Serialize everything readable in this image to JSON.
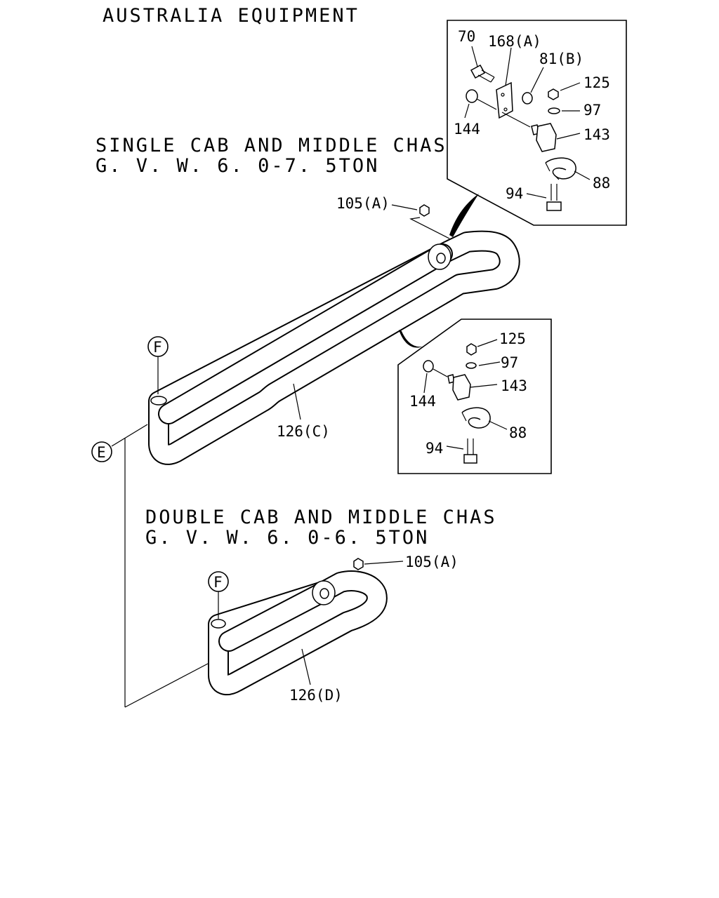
{
  "title": "AUSTRALIA EQUIPMENT",
  "section_single": {
    "line1": "SINGLE CAB AND MIDDLE CHAS",
    "line2": "G. V. W. 6. 0-7. 5TON"
  },
  "section_double": {
    "line1": "DOUBLE CAB AND MIDDLE CHAS",
    "line2": "G. V. W. 6. 0-6. 5TON"
  },
  "markers": {
    "e": "E",
    "f": "F"
  },
  "callouts_upper_detail": {
    "p70": "70",
    "p168a": "168(A)",
    "p81b": "81(B)",
    "p125": "125",
    "p97": "97",
    "p144": "144",
    "p143": "143",
    "p88": "88",
    "p94": "94"
  },
  "callouts_lower_detail": {
    "p125": "125",
    "p97": "97",
    "p143": "143",
    "p144": "144",
    "p88": "88",
    "p94": "94"
  },
  "callouts_main": {
    "p105a_upper": "105(A)",
    "p126c": "126(C)",
    "p105a_lower": "105(A)",
    "p126d": "126(D)"
  }
}
